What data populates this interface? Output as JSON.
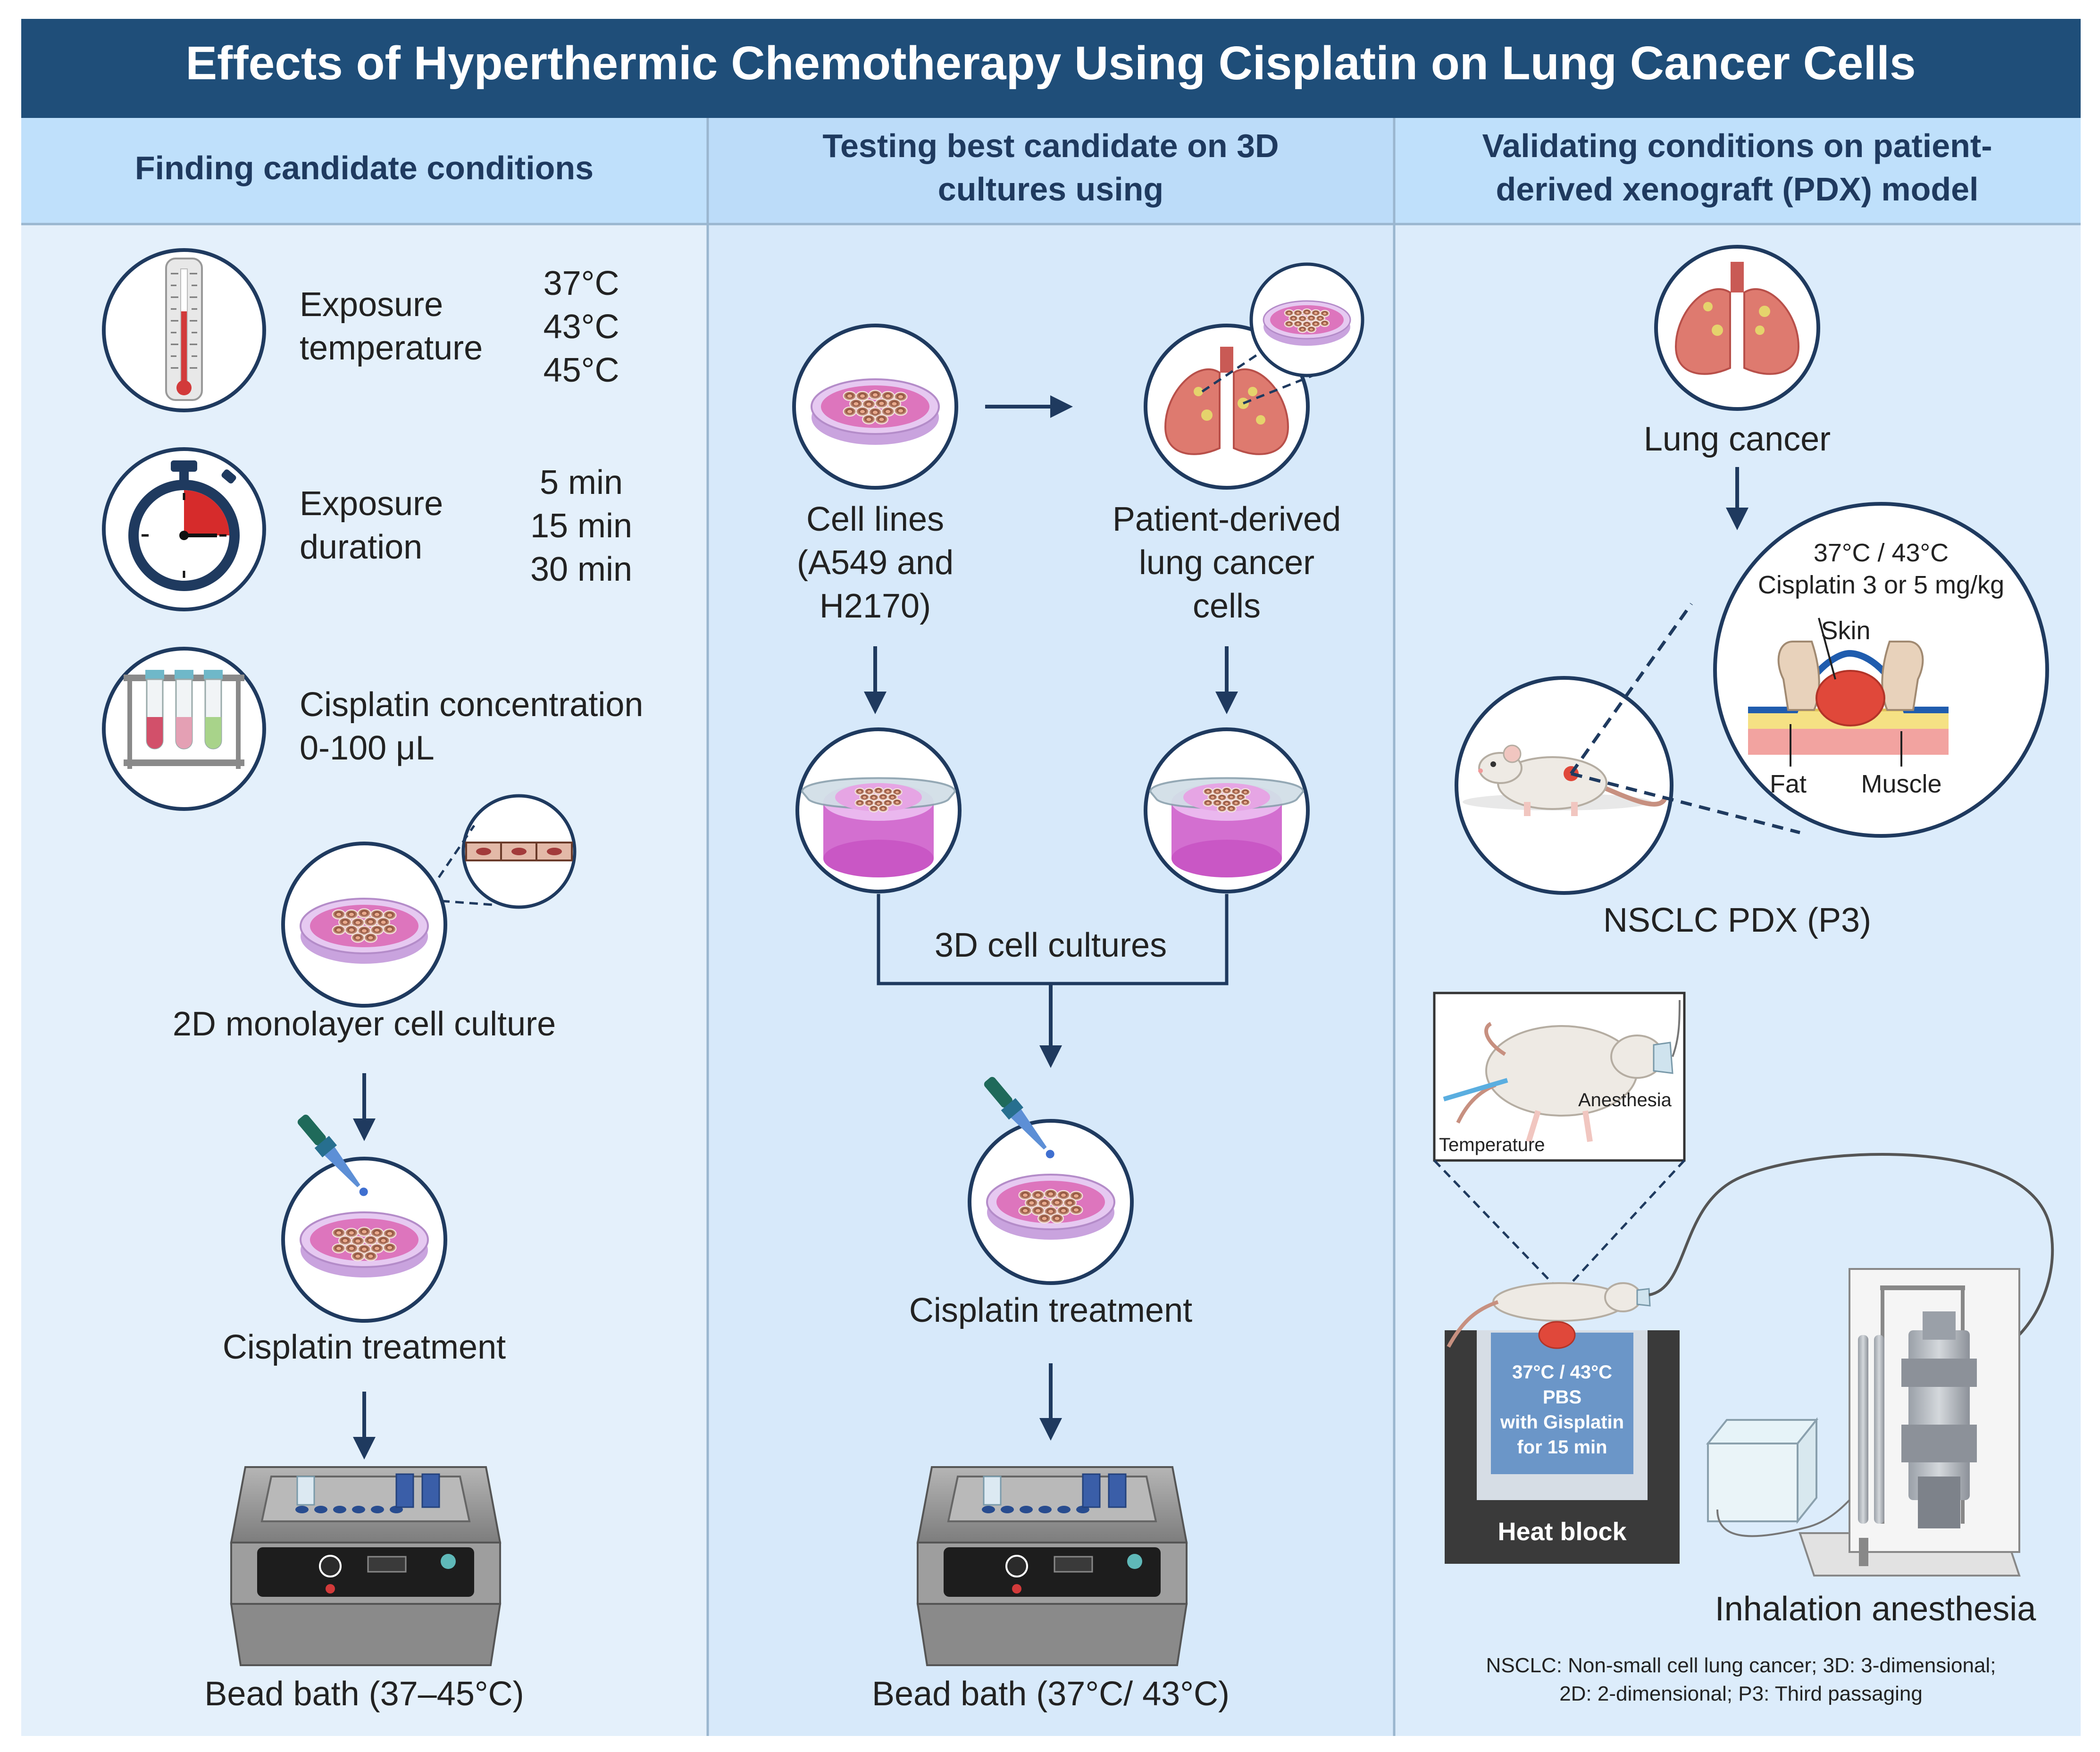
{
  "title": "Effects of Hyperthermic Chemotherapy Using Cisplatin on Lung Cancer Cells",
  "colors": {
    "title_bg": "#1f4e79",
    "panel_bg": "#dcecfb",
    "header_bg": "#bfe0fb",
    "navy": "#1f3a5f",
    "pink": "#d45fb7",
    "tumor": "#e0483a"
  },
  "panels": [
    {
      "header": [
        "Finding candidate conditions"
      ],
      "temperature": {
        "label": [
          "Exposure",
          "temperature"
        ],
        "values": [
          "37°C",
          "43°C",
          "45°C"
        ],
        "icon": "thermometer-icon"
      },
      "duration": {
        "label": [
          "Exposure",
          "duration"
        ],
        "values": [
          "5 min",
          "15 min",
          "30 min"
        ],
        "icon": "stopwatch-icon"
      },
      "concentration": {
        "label": [
          "Cisplatin concentration",
          "0-100 μL"
        ],
        "icon": "test-tubes-icon"
      },
      "culture_label": "2D monolayer cell culture",
      "treatment_label": "Cisplatin treatment",
      "bath_label": "Bead bath (37–45°C)"
    },
    {
      "header": [
        "Testing best candidate on 3D",
        "cultures using"
      ],
      "cell_lines": [
        "Cell lines",
        "(A549 and",
        "H2170)"
      ],
      "patient_cells": [
        "Patient-derived",
        "lung cancer",
        "cells"
      ],
      "culture3d_label": "3D cell cultures",
      "treatment_label": "Cisplatin treatment",
      "bath_label": "Bead bath (37°C/ 43°C)"
    },
    {
      "header": [
        "Validating conditions on patient-",
        "derived xenograft (PDX) model"
      ],
      "lung_label": "Lung cancer",
      "detail": [
        "37°C / 43°C",
        "Cisplatin 3 or 5 mg/kg"
      ],
      "skin": "Skin",
      "fat": "Fat",
      "muscle": "Muscle",
      "pdx_label": "NSCLC PDX (P3)",
      "inset_temperature": "Temperature",
      "inset_anesthesia": "Anesthesia",
      "heat_block_text": [
        "37°C / 43°C",
        "PBS",
        "with Gisplatin",
        "for 15 min"
      ],
      "heat_block_label": "Heat block",
      "anesthesia_label": "Inhalation anesthesia",
      "footnote": [
        "NSCLC: Non-small cell lung cancer; 3D: 3-dimensional;",
        "2D: 2-dimensional; P3: Third passaging"
      ]
    }
  ]
}
